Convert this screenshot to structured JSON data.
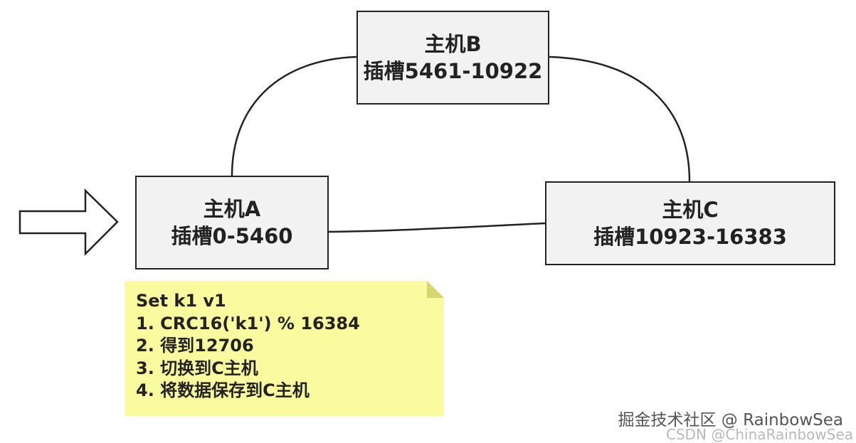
{
  "nodes": {
    "a": {
      "title": "主机A",
      "slots": "插槽0-5460"
    },
    "b": {
      "title": "主机B",
      "slots": "插槽5461-10922"
    },
    "c": {
      "title": "主机C",
      "slots": "插槽10923-16383"
    }
  },
  "note": {
    "lines": [
      "Set k1 v1",
      "1. CRC16('k1') % 16384",
      "2. 得到12706",
      "3. 切换到C主机",
      "4. 将数据保存到C主机"
    ]
  },
  "watermark": {
    "primary": "掘金技术社区 @ RainbowSea",
    "secondary": "CSDN @ChinaRainbowSea"
  },
  "colors": {
    "node_fill": "#f2f2f2",
    "stroke": "#222222",
    "note_fill": "#fafa9e",
    "note_fold": "#d6d66e"
  },
  "icons": {
    "entry_arrow": "right-arrow-outline-icon"
  }
}
